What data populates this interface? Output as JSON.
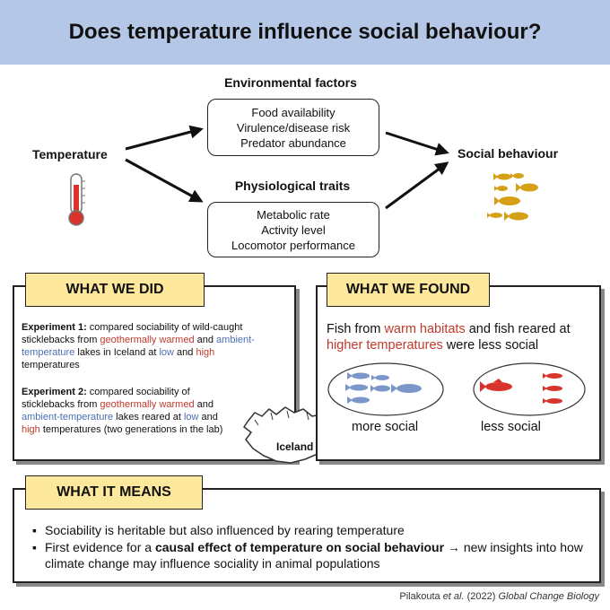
{
  "header": {
    "title": "Does temperature influence social behaviour?"
  },
  "diagram": {
    "left_label": "Temperature",
    "right_label": "Social behaviour",
    "env": {
      "title": "Environmental factors",
      "items": [
        "Food availability",
        "Virulence/disease risk",
        "Predator abundance"
      ]
    },
    "phys": {
      "title": "Physiological traits",
      "items": [
        "Metabolic rate",
        "Activity level",
        "Locomotor performance"
      ]
    }
  },
  "what_we_did": {
    "tag": "WHAT WE DID",
    "exp1": {
      "label": "Experiment 1:",
      "t1": " compared sociability of wild-caught sticklebacks from ",
      "geo": "geothermally warmed",
      "t2": " and ",
      "amb": "ambient-temperature",
      "t3": " lakes in Iceland at ",
      "low": "low",
      "t4": " and ",
      "high": "high",
      "t5": " temperatures"
    },
    "exp2": {
      "label": "Experiment 2:",
      "t1": " compared sociability of sticklebacks from ",
      "geo": "geothermally warmed",
      "t2": " and ",
      "amb": "ambient-temperature",
      "t3": " lakes reared at ",
      "low": "low",
      "t4": " and ",
      "high": "high",
      "t5": " temperatures (two generations in the lab)"
    },
    "map_label": "Iceland"
  },
  "what_we_found": {
    "tag": "WHAT WE FOUND",
    "t1": "Fish from ",
    "warm": "warm habitats",
    "t2": " and fish reared at ",
    "higher": "higher temperatures",
    "t3": " were less social",
    "more": "more social",
    "less": "less social"
  },
  "what_it_means": {
    "tag": "WHAT IT MEANS",
    "b1": "Sociability is heritable but also influenced by rearing temperature",
    "b2_pre": "First evidence for a ",
    "b2_bold": "causal effect of temperature on social behaviour",
    "b2_post": " → new insights into how climate change may influence sociality in animal populations"
  },
  "citation": {
    "authors": "Pilakouta ",
    "etal": "et al.",
    "year": " (2022) ",
    "journal": "Global Change Biology"
  },
  "colors": {
    "header_bg": "#b4c7e7",
    "tag_bg": "#fde89c",
    "warm_red": "#c0392b",
    "cool_blue": "#4a6fb5",
    "fish_gold": "#d4a017"
  }
}
